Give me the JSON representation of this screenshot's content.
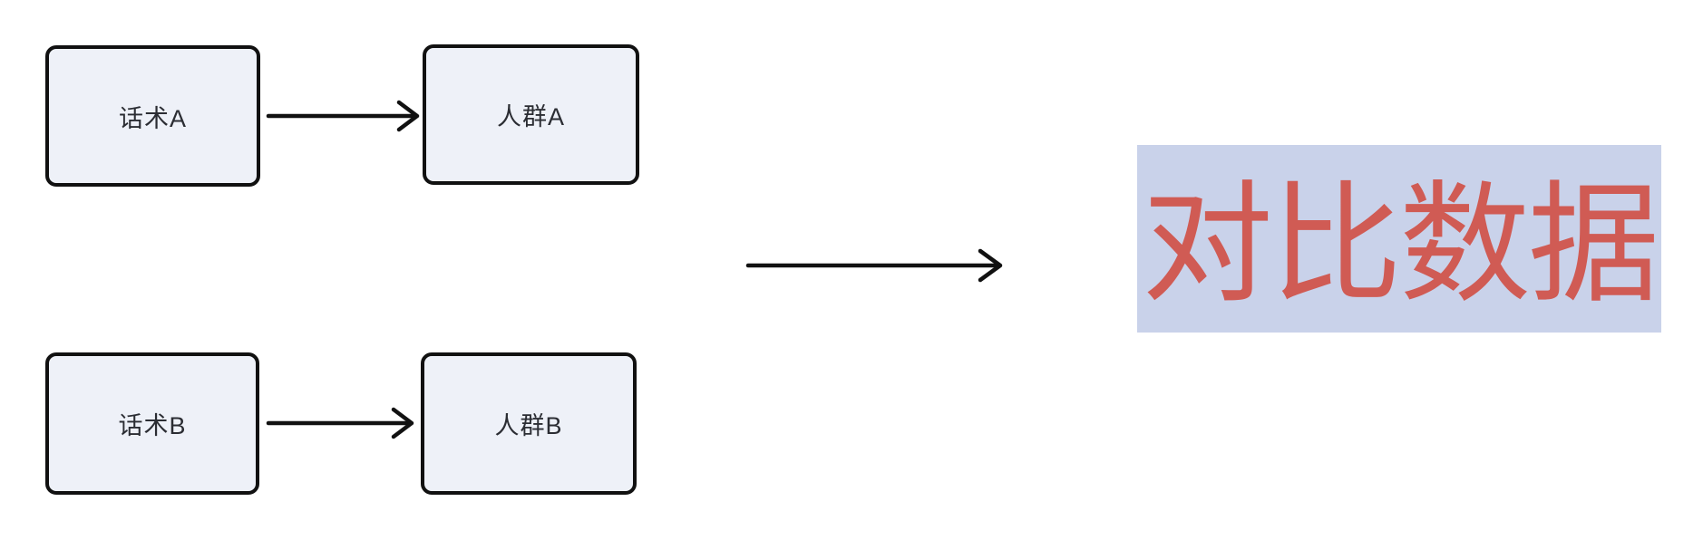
{
  "diagram": {
    "nodes": [
      {
        "id": "script-a",
        "label": "话术A"
      },
      {
        "id": "audience-a",
        "label": "人群A"
      },
      {
        "id": "script-b",
        "label": "话术B"
      },
      {
        "id": "audience-b",
        "label": "人群B"
      }
    ],
    "connectors": [
      {
        "from": "script-a",
        "to": "audience-a"
      },
      {
        "from": "script-b",
        "to": "audience-b"
      },
      {
        "from": "test-groups",
        "to": "result"
      }
    ],
    "result": {
      "label": "对比数据"
    },
    "colors": {
      "canvas_bg": "#ffffff",
      "node_fill": "#eef1f8",
      "node_border": "#111111",
      "node_text": "#2b2d33",
      "arrow": "#111111",
      "result_bg": "#c9d2ea",
      "result_text": "#d05b54"
    }
  }
}
